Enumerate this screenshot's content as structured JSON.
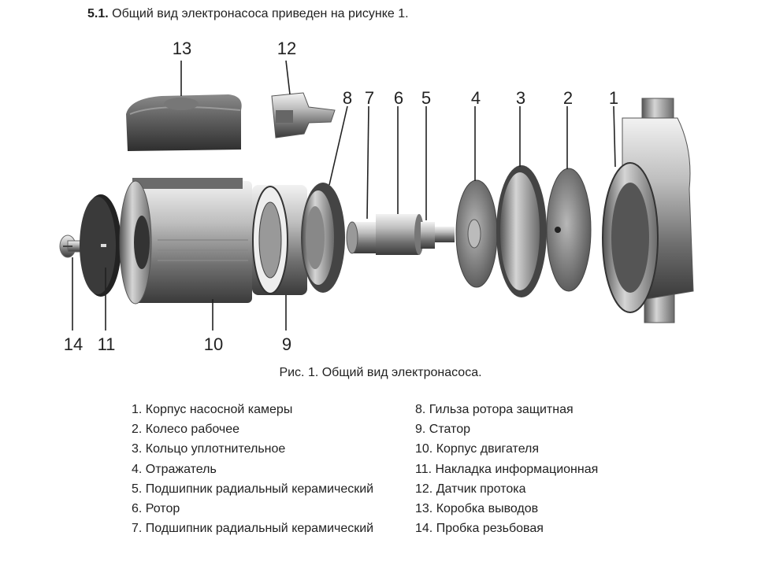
{
  "heading": {
    "bold": "5.1.",
    "text": " Общий вид электронасоса приведен на рисунке 1."
  },
  "figure": {
    "labels": [
      "1",
      "2",
      "3",
      "4",
      "5",
      "6",
      "7",
      "8",
      "9",
      "10",
      "11",
      "12",
      "13",
      "14"
    ]
  },
  "caption": "Рис. 1. Общий вид электронасоса.",
  "legend_left": [
    "1. Корпус насосной камеры",
    "2. Колесо рабочее",
    "3. Кольцо уплотнительное",
    "4. Отражатель",
    "5. Подшипник радиальный керамический",
    "6. Ротор",
    "7. Подшипник радиальный керамический"
  ],
  "legend_right": [
    "8. Гильза ротора защитная",
    "9. Статор",
    "10. Корпус двигателя",
    "11. Накладка информационная",
    "12. Датчик протока",
    "13. Коробка выводов",
    "14. Пробка резьбовая"
  ],
  "colors": {
    "metal_light": "#d9d9d9",
    "metal_dark": "#4a4a4a",
    "text": "#222222"
  }
}
